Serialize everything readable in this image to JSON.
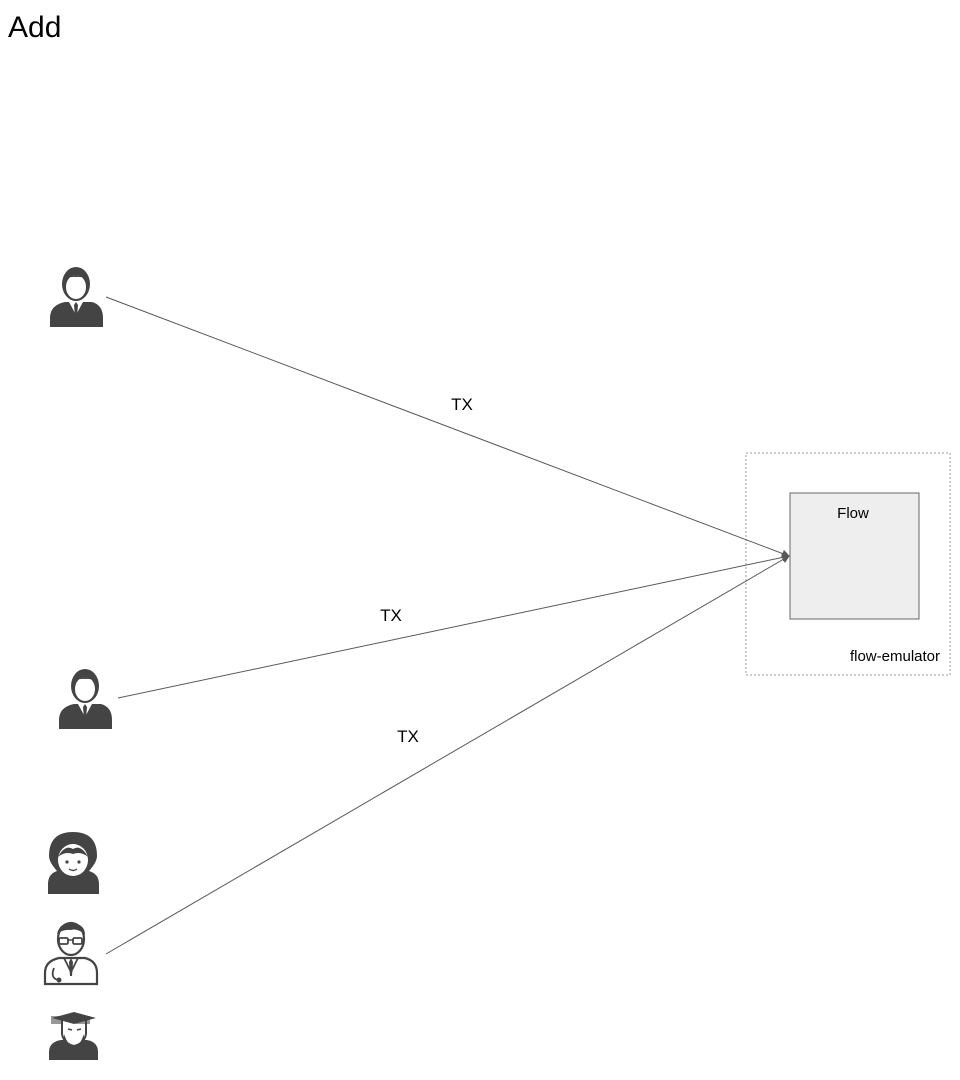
{
  "page": {
    "title": "Add"
  },
  "diagram": {
    "edges": [
      {
        "label": "TX"
      },
      {
        "label": "TX"
      },
      {
        "label": "TX"
      }
    ],
    "nodes": {
      "flow_box": {
        "label": "Flow"
      },
      "container": {
        "label": "flow-emulator"
      }
    },
    "actors": [
      {
        "icon": "businessman-icon"
      },
      {
        "icon": "businessman-icon"
      },
      {
        "icon": "hooded-woman-icon"
      },
      {
        "icon": "doctor-with-glasses-icon"
      },
      {
        "icon": "graduate-with-beard-icon"
      }
    ],
    "colors": {
      "icon": "#444444",
      "line": "#595959",
      "flow_fill": "#EEEEEE",
      "flow_stroke": "#666666",
      "container_stroke": "#9A9A9A"
    }
  }
}
